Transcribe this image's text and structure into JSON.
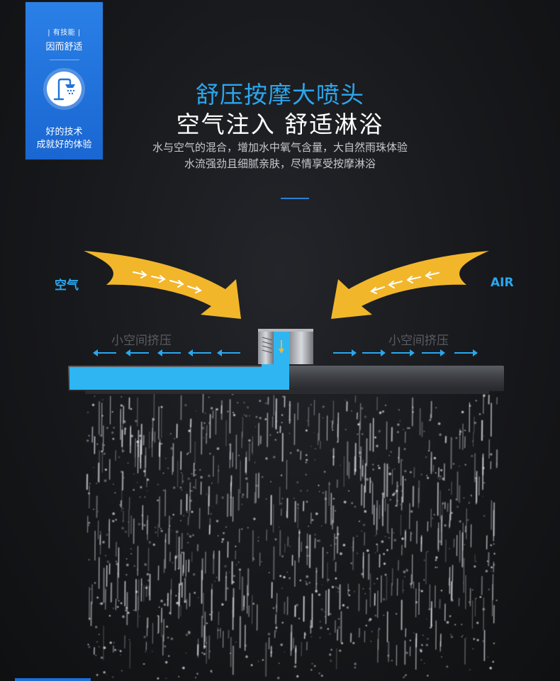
{
  "badge": {
    "tag": "| 有技能 |",
    "slogan": "因而舒适",
    "line1": "好的技术",
    "line2": "成就好的体验",
    "icon": "shower-icon"
  },
  "headline": {
    "title": "舒压按摩大喷头",
    "subtitle": "空气注入 舒适淋浴",
    "desc_line1": "水与空气的混合，增加水中氧气含量，大自然雨珠体验",
    "desc_line2": "水流强劲且细腻亲肤，尽情享受按摩淋浴"
  },
  "diagram": {
    "air_left": "空气",
    "air_right": "AIR",
    "space_left": "小空间挤压",
    "space_right": "小空间挤压"
  },
  "colors": {
    "accent_blue": "#2aa7ee",
    "badge_blue": "#1a66d2",
    "arrow_yellow": "#f2b62b",
    "water_blue": "#2fb6f2",
    "background": "#141518"
  }
}
